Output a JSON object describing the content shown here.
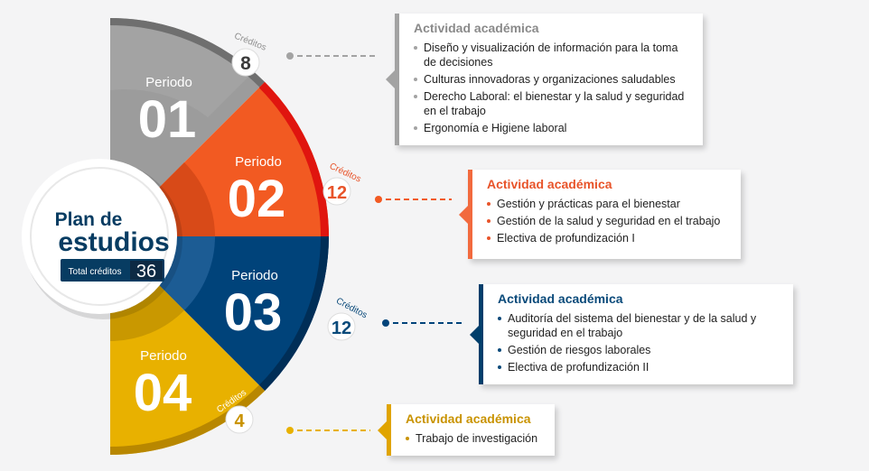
{
  "colors": {
    "p1": "#a3a3a3",
    "p2": "#f25a22",
    "p3": "#00437a",
    "p4": "#e8b100",
    "dark_blue": "#073c62"
  },
  "center": {
    "title_line1": "Plan de",
    "title_line2": "estudios",
    "total_label": "Total créditos",
    "total_value": "36"
  },
  "periods": [
    {
      "label": "Periodo",
      "number": "01",
      "credits_label": "Créditos",
      "credits": "8",
      "card_title": "Actividad académica",
      "items": [
        "Diseño y visualización de información para la toma de decisiones",
        "Culturas innovadoras y organizaciones saludables",
        "Derecho Laboral: el bienestar y la salud y seguridad en el trabajo",
        "Ergonomía e Higiene laboral"
      ]
    },
    {
      "label": "Periodo",
      "number": "02",
      "credits_label": "Créditos",
      "credits": "12",
      "card_title": "Actividad académica",
      "items": [
        "Gestión y prácticas para el bienestar",
        "Gestión de la salud y seguridad en el trabajo",
        "Electiva de profundización I"
      ]
    },
    {
      "label": "Periodo",
      "number": "03",
      "credits_label": "Créditos",
      "credits": "12",
      "card_title": "Actividad académica",
      "items": [
        "Auditoría del sistema del bienestar y de la salud y seguridad en el trabajo",
        "Gestión de riesgos laborales",
        "Electiva de profundización II"
      ]
    },
    {
      "label": "Periodo",
      "number": "04",
      "credits_label": "Créditos",
      "credits": "4",
      "card_title": "Actividad académica",
      "items": [
        "Trabajo de investigación"
      ]
    }
  ]
}
